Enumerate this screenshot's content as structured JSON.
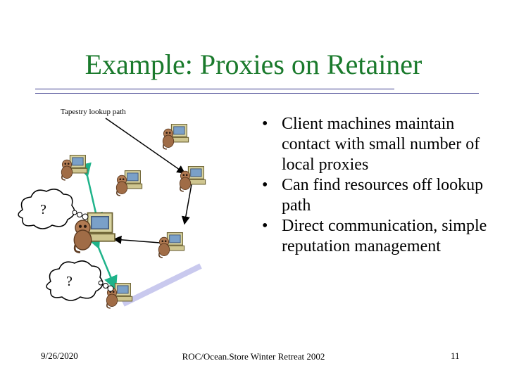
{
  "slide": {
    "title": "Example: Proxies on Retainer",
    "diagram": {
      "path_label": "Tapestry lookup path",
      "query_marks": [
        "?",
        "?"
      ]
    },
    "bullets": [
      "Client machines maintain contact with small number of local proxies",
      "Can find resources off lookup path",
      "Direct communication, simple reputation management"
    ],
    "footer": {
      "date": "9/26/2020",
      "center": "ROC/Ocean.Store Winter Retreat 2002",
      "page": "11"
    }
  },
  "colors": {
    "title": "#1a7a2c",
    "rule": "#3a3a8c",
    "link": "#1fb38a",
    "path": "#000000",
    "band": "#c9c9ee"
  }
}
